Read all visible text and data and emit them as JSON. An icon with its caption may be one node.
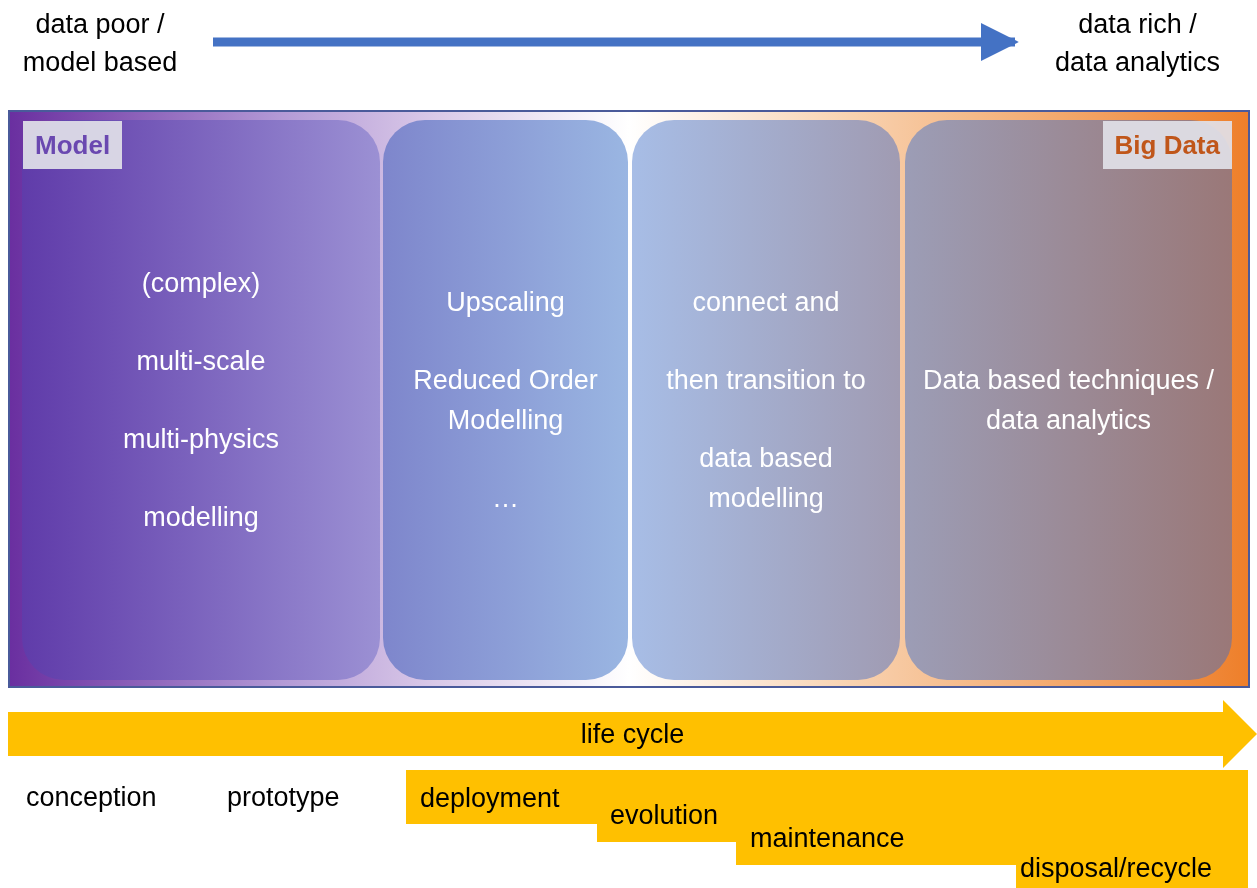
{
  "diagram": {
    "nodes": [
      {
        "text": [],
        "shape": "box"
      },
      {
        "text": [
          "Model",
          "(complex)",
          "multi-scale",
          "multi-physics",
          "modelling"
        ],
        "in": 0
      },
      {
        "text": [
          "Upscaling",
          "Reduced Order Modelling",
          "…"
        ],
        "in": 0
      },
      {
        "text": [
          "connect and",
          "then transition to",
          "data based modelling"
        ],
        "in": 0
      },
      {
        "text": [
          "Big Data",
          "Data based techniques / data analytics"
        ],
        "in": 0
      },
      {
        "text": [
          "data poor / model based"
        ]
      },
      {
        "text": [
          "data rich / data analytics"
        ]
      },
      {
        "text": [
          "life cycle"
        ]
      },
      {
        "text": [
          "deployment"
        ]
      },
      {
        "text": [
          "evolution"
        ]
      },
      {
        "text": [
          "maintenance"
        ]
      },
      {
        "text": [
          "disposal/recycle"
        ]
      }
    ],
    "edges": [
      {
        "from": 5,
        "to": 6,
        "arrow": "to"
      }
    ],
    "labels": [
      "conception",
      "prototype"
    ]
  }
}
